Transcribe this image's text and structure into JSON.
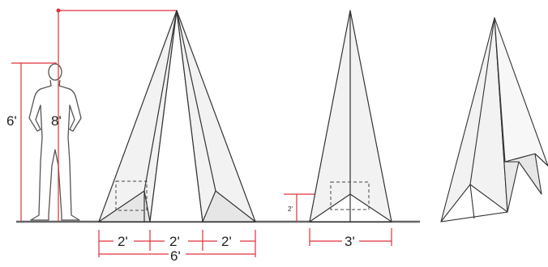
{
  "colors": {
    "dimension_line": "#e0313c",
    "structure_line": "#333333",
    "panel_fill": "#f2f2f2",
    "panel_fill_dark": "#e6e6e6",
    "ground": "#666666",
    "dashed": "#444444"
  },
  "labels": {
    "human_height": "6'",
    "structure_height": "8'",
    "base_segment_1": "2'",
    "base_segment_2": "2'",
    "base_segment_3": "2'",
    "base_total": "6'",
    "side_base_width": "3'",
    "side_flap_height": "2'"
  }
}
